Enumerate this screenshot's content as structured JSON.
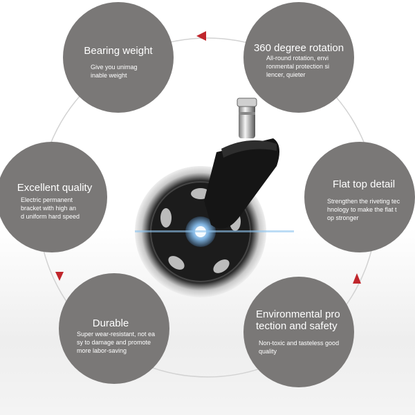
{
  "features": [
    {
      "id": "bearing",
      "title": "Bearing weight",
      "desc": "Give you unimag\ninable weight"
    },
    {
      "id": "rotation",
      "title": "360 degree rotation",
      "desc": "All-round rotation, envi\nronmental protection si\nlencer, quieter"
    },
    {
      "id": "quality",
      "title": "Excellent quality",
      "desc": "Electric permanent\nbracket with high an\nd uniform hard speed"
    },
    {
      "id": "flattop",
      "title": "Flat top detail",
      "desc": "Strengthen the riveting tec\nhnology to make the flat t\nop stronger"
    },
    {
      "id": "durable",
      "title": "Durable",
      "desc": "Super wear-resistant, not ea\nsy to damage and promote\nmore labor-saving"
    },
    {
      "id": "env",
      "title": "Environmental pro\ntection and safety",
      "desc": "Non-toxic and tasteless good\nquality"
    }
  ],
  "colors": {
    "bubble": "#7a7877",
    "arrow": "#c0262c",
    "ring": "#cfcfcf"
  }
}
